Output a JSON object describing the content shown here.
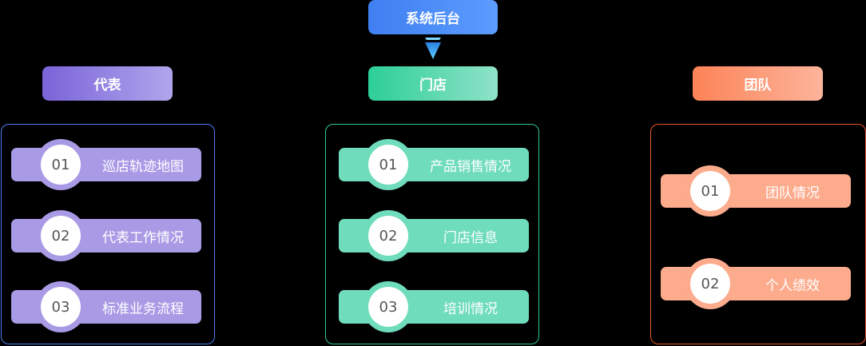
{
  "top": {
    "label": "系统后台",
    "color": "#4b8cf7"
  },
  "arrow": {
    "icon": "down-triangle-arrow-icon",
    "color": "#3fa9f5"
  },
  "columns": [
    {
      "title": "代表",
      "border_color": "#4b7cf5",
      "items": [
        {
          "num": "01",
          "label": "巡店轨迹地图"
        },
        {
          "num": "02",
          "label": "代表工作情况"
        },
        {
          "num": "03",
          "label": "标准业务流程"
        }
      ]
    },
    {
      "title": "门店",
      "border_color": "#2cc98f",
      "items": [
        {
          "num": "01",
          "label": "产品销售情况"
        },
        {
          "num": "02",
          "label": "门店信息"
        },
        {
          "num": "03",
          "label": "培训情况"
        }
      ]
    },
    {
      "title": "团队",
      "border_color": "#e8542a",
      "items": [
        {
          "num": "01",
          "label": "团队情况"
        },
        {
          "num": "02",
          "label": "个人绩效"
        }
      ]
    }
  ]
}
